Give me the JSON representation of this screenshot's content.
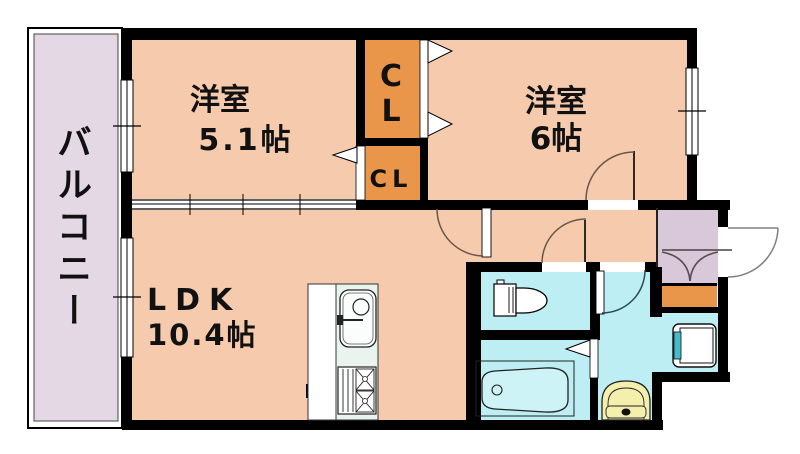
{
  "plan": {
    "type": "apartment-floor-plan",
    "balcony": {
      "label": "バルコニー"
    },
    "bedroom1": {
      "name": "洋室",
      "size": "5.1帖"
    },
    "bedroom2": {
      "name": "洋室",
      "size": "6帖"
    },
    "ldk": {
      "name": "LDK",
      "size": "10.4帖"
    },
    "closet_upper": {
      "char1": "C",
      "char2": "L"
    },
    "closet_lower": {
      "label": "CL"
    },
    "fixtures": [
      "toilet",
      "bathtub",
      "kitchen-sink",
      "gas-stove",
      "washbasin",
      "washing-machine-pan"
    ],
    "colors": {
      "room": "#f6caad",
      "closet": "#e9964a",
      "balcony": "#e4d8e4",
      "entrance_hall": "#d9c7da",
      "genkan": "#e9964a",
      "wet_area": "#bceef3",
      "washbasin": "#f5efad",
      "kitchen_unit": "#e9f4ee",
      "wall": "#000000"
    }
  }
}
